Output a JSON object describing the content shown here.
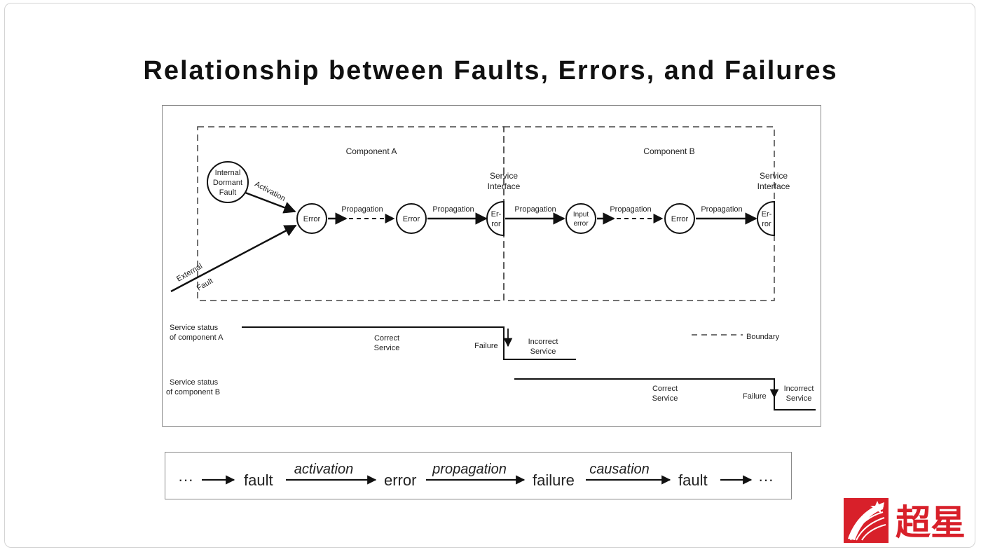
{
  "slide": {
    "title": "Relationship between Faults, Errors, and Failures"
  },
  "diagram": {
    "component_a_label": "Component A",
    "component_b_label": "Component B",
    "service_interface_a": [
      "Service",
      "Interface"
    ],
    "service_interface_b": [
      "Service",
      "Interface"
    ],
    "internal_fault": [
      "Internal",
      "Dormant",
      "Fault"
    ],
    "activation_label": "Activation",
    "external_fault": [
      "External",
      "Fault"
    ],
    "error_label": "Error",
    "interface_error_label": [
      "Er-",
      "ror"
    ],
    "input_error_label": [
      "Input",
      "error"
    ],
    "propagation_label": "Propagation",
    "status_a_label": [
      "Service status",
      "of component A"
    ],
    "status_b_label": [
      "Service status",
      "of component B"
    ],
    "correct_service": [
      "Correct",
      "Service"
    ],
    "incorrect_service": [
      "Incorrect",
      "Service"
    ],
    "failure_label": "Failure",
    "boundary_label": "Boundary"
  },
  "chain": {
    "start": "···",
    "fault": "fault",
    "activation": "activation",
    "error": "error",
    "propagation": "propagation",
    "failure": "failure",
    "causation": "causation",
    "end_fault": "fault",
    "end": "···"
  },
  "logo": {
    "text": "超星",
    "colors": {
      "red": "#d8202a",
      "white": "#ffffff"
    }
  }
}
